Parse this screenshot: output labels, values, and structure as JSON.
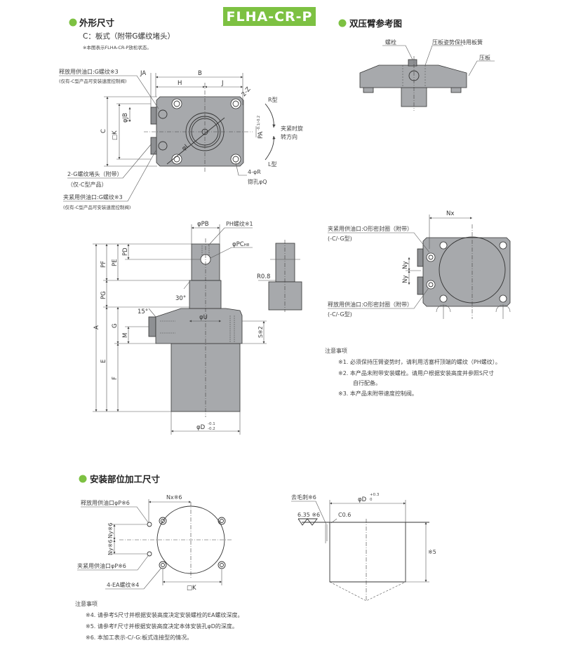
{
  "title_badge": "FLHA-CR-P",
  "colors": {
    "accent": "#7dc142",
    "part": "#a7a9ac"
  },
  "section_outline": {
    "heading": "外形尺寸",
    "subtitle": "C：板式（附带G螺纹堵头）",
    "note": "※本图表示FLHA-CR-P放松状态。",
    "top_view": {
      "release_port": "释放用供油口:G螺纹※3",
      "release_port_sub": "(仅有-C型产品可安装速度控制阀)",
      "plug": "2-G螺纹堵头（附带）",
      "plug_sub": "（仅-C型产品）",
      "clamp_port": "夹紧用供油口:G螺纹※3",
      "clamp_port_sub": "(仅有-C型产品可安装速度控制阀)",
      "dim_B": "B",
      "dim_JA": "JA",
      "dim_H": "H",
      "dim_J": "J",
      "dim_C": "C",
      "dim_K": "□K",
      "dim_JB": "φJB",
      "dim_Z": "2-Z",
      "dim_L": "φL",
      "dim_PA": "PA",
      "dim_PA_tol": "-0.1/-0.2",
      "holes": "4-φR",
      "counterbore": "锪孔φQ",
      "r_type": "R型",
      "l_type": "L型",
      "rotation_1": "夹紧时旋",
      "rotation_2": "转方向"
    },
    "side_view": {
      "dim_PB": "φPB",
      "thread_PH": "PH螺纹※1",
      "dim_PC": "φPC",
      "dim_PC_tol": "H8",
      "dim_A": "A",
      "dim_PF": "PF",
      "dim_PE": "PE",
      "dim_PD": "PD",
      "dim_PG": "PG",
      "dim_G": "G",
      "dim_M": "M",
      "dim_E": "E",
      "dim_F": "F",
      "dim_S": "S※2",
      "angle_30": "30°",
      "angle_15": "15°",
      "dim_U": "φU",
      "dim_D": "φD",
      "dim_D_tol_upper": "-0.1",
      "dim_D_tol_lower": "-0.2",
      "radius": "R0.8"
    }
  },
  "section_double_arm": {
    "heading": "双压臂参考图",
    "bolt": "螺栓",
    "spring": "压板姿势保持用板簧",
    "plate": "压板"
  },
  "bottom_view": {
    "dim_Nx": "Nx",
    "dim_Ny": "Ny",
    "clamp_port": "夹紧用供油口:O形密封圈（附带）",
    "clamp_port_sub": "(-C/-G型)",
    "release_port": "释放用供油口:O形密封圈（附带）",
    "release_port_sub": "(-C/-G型)"
  },
  "notes_1": {
    "title": "注意事项",
    "items": [
      "※1. 必须保持压臂姿势时，请利用活塞杆顶端的螺纹（PH螺纹）。",
      "※2. 本产品未附带安装螺栓。请用户根据安装高度并参照S尺寸",
      "自行配备。",
      "※3. 本产品未附带速度控制阀。"
    ]
  },
  "section_mount": {
    "heading": "安装部位加工尺寸",
    "release_port": "释放用供油口φP※6",
    "clamp_port": "夹紧用供油口φP※6",
    "thread": "4-EA螺纹※4",
    "dim_Nx": "Nx※6",
    "dim_Ny": "Ny※6",
    "dim_K": "□K",
    "deburr": "去毛刺※6",
    "roughness": "6.35 ※6",
    "chamfer": "C0.6",
    "dim_D": "φD",
    "dim_D_tol_upper": "+0.3",
    "dim_D_tol_lower": "0",
    "depth": "※5"
  },
  "notes_2": {
    "title": "注意事项",
    "items": [
      "※4. 请参考S尺寸并根据安装高度决定安装螺栓的EA螺纹深度。",
      "※5. 请参考F尺寸并根据安装高度决定本体安装孔φD的深度。",
      "※6. 本加工表示-C/-G:板式连接型的情况。"
    ]
  }
}
